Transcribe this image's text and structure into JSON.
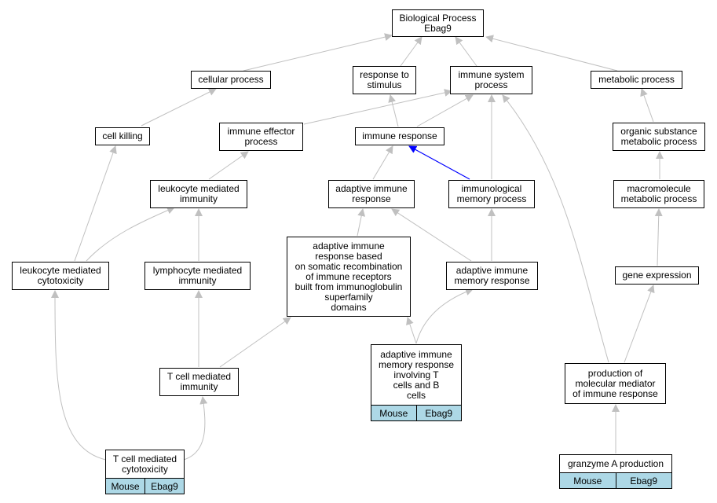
{
  "nodes": {
    "bp": "Biological Process\nEbag9",
    "cellular_process": "cellular process",
    "response_to_stimulus": "response to\nstimulus",
    "immune_system_process": "immune system\nprocess",
    "metabolic_process": "metabolic process",
    "cell_killing": "cell killing",
    "immune_effector_process": "immune effector\nprocess",
    "immune_response": "immune response",
    "organic_substance": "organic substance\nmetabolic process",
    "leukocyte_mediated_immunity": "leukocyte mediated\nimmunity",
    "adaptive_immune_response": "adaptive immune\nresponse",
    "immunological_memory_process": "immunological\nmemory process",
    "macromolecule": "macromolecule\nmetabolic process",
    "leukocyte_cytotoxicity": "leukocyte mediated\ncytotoxicity",
    "lymphocyte_immunity": "lymphocyte mediated\nimmunity",
    "adaptive_somatic": "adaptive immune\nresponse based\non somatic recombination\nof immune receptors\nbuilt from immunoglobulin\nsuperfamily\ndomains",
    "adaptive_memory": "adaptive immune\nmemory response",
    "gene_expression": "gene expression",
    "t_cell_immunity": "T cell mediated\nimmunity",
    "production_mediator": "production of\nmolecular mediator\nof immune response"
  },
  "genes": {
    "tcell_cyto": {
      "title": "T cell mediated\ncytotoxicity",
      "species": "Mouse",
      "gene": "Ebag9"
    },
    "memory_tb": {
      "title": "adaptive immune\nmemory response\ninvolving T\ncells and B\ncells",
      "species": "Mouse",
      "gene": "Ebag9"
    },
    "granzyme": {
      "title": "granzyme A production",
      "species": "Mouse",
      "gene": "Ebag9"
    }
  },
  "colors": {
    "edge": "#c0c0c0",
    "highlight_edge": "#0000ff",
    "gene_cell": "#add8e6"
  }
}
